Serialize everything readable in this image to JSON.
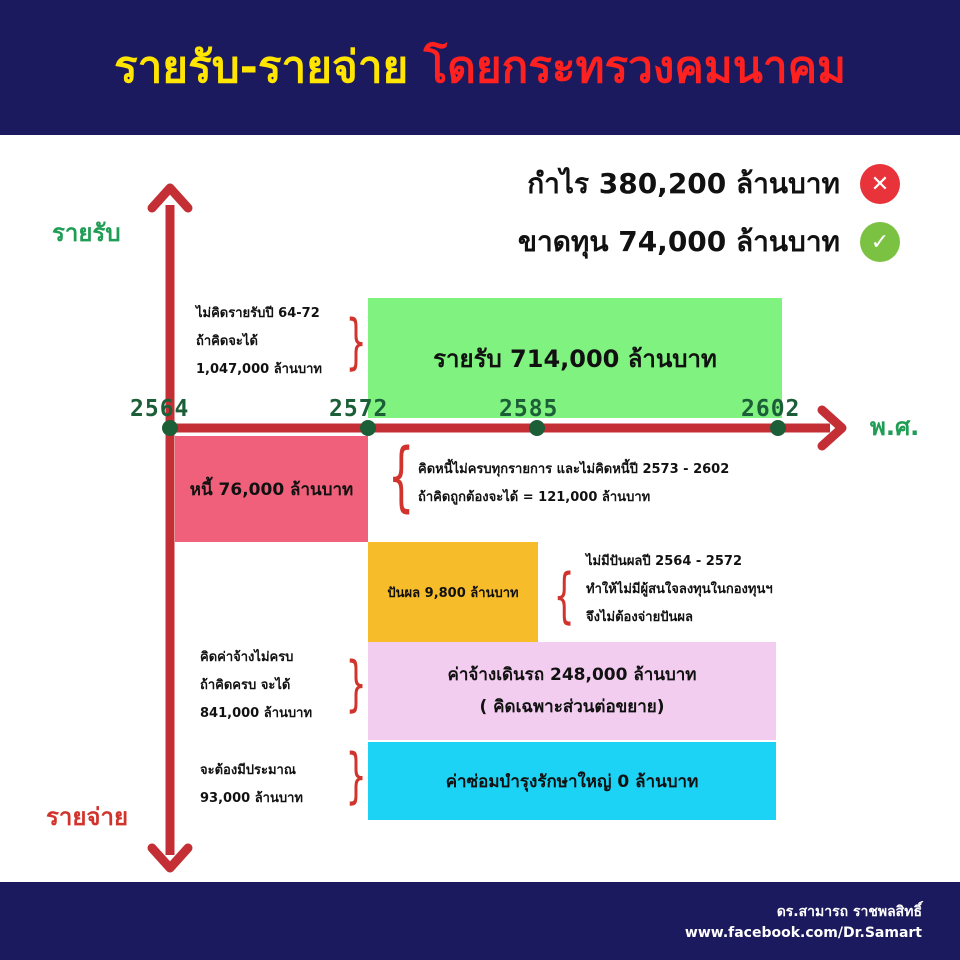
{
  "header": {
    "title_part1": "รายรับ-รายจ่าย",
    "title_part2": "โดยกระทรวงคมนาคม"
  },
  "status": {
    "profit_label": "กำไร 380,200 ล้านบาท",
    "profit_icon": "x-mark-icon",
    "profit_icon_color": "#e8333a",
    "loss_label": "ขาดทุน 74,000 ล้านบาท",
    "loss_icon": "check-mark-icon",
    "loss_icon_color": "#7cc242"
  },
  "axes": {
    "income_label": "รายรับ",
    "expense_label": "รายจ่าย",
    "time_label": "พ.ศ.",
    "years": [
      "2564",
      "2572",
      "2585",
      "2602"
    ]
  },
  "income": {
    "box_label": "รายรับ 714,000 ล้านบาท",
    "note_line1": "ไม่คิดรายรับปี 64-72",
    "note_line2": "ถ้าคิดจะได้",
    "note_line3": "1,047,000 ล้านบาท",
    "color": "#80f280"
  },
  "debt": {
    "box_label": "หนี้ 76,000 ล้านบาท",
    "note_line1": "คิดหนี้ไม่ครบทุกรายการ และไม่คิดหนี้ปี 2573 - 2602",
    "note_line2": "ถ้าคิดถูกต้องจะได้ = 121,000 ล้านบาท",
    "color": "#f0607a"
  },
  "dividend": {
    "box_label": "ปันผล 9,800 ล้านบาท",
    "note_line1": "ไม่มีปันผลปี 2564 - 2572",
    "note_line2": "ทำให้ไม่มีผู้สนใจลงทุนในกองทุนฯ",
    "note_line3": "จึงไม่ต้องจ่ายปันผล",
    "color": "#f6bc2a"
  },
  "operating": {
    "box_line1": "ค่าจ้างเดินรถ 248,000 ล้านบาท",
    "box_line2": "( คิดเฉพาะส่วนต่อขยาย)",
    "note_line1": "คิดค่าจ้างไม่ครบ",
    "note_line2": "ถ้าคิดครบ จะได้",
    "note_line3": "841,000 ล้านบาท",
    "color": "#f3cdf0"
  },
  "maintenance": {
    "box_label": "ค่าซ่อมบำรุงรักษาใหญ่ 0 ล้านบาท",
    "note_line1": "จะต้องมีประมาณ",
    "note_line2": "93,000 ล้านบาท",
    "color": "#1cd3f5"
  },
  "footer": {
    "author": "ดร.สามารถ ราชพลสิทธิ์",
    "website": "www.facebook.com/Dr.Samart"
  },
  "colors": {
    "header_bg": "#1c1a5e",
    "axis": "#c42f35",
    "year_marker": "#1b5e37"
  }
}
